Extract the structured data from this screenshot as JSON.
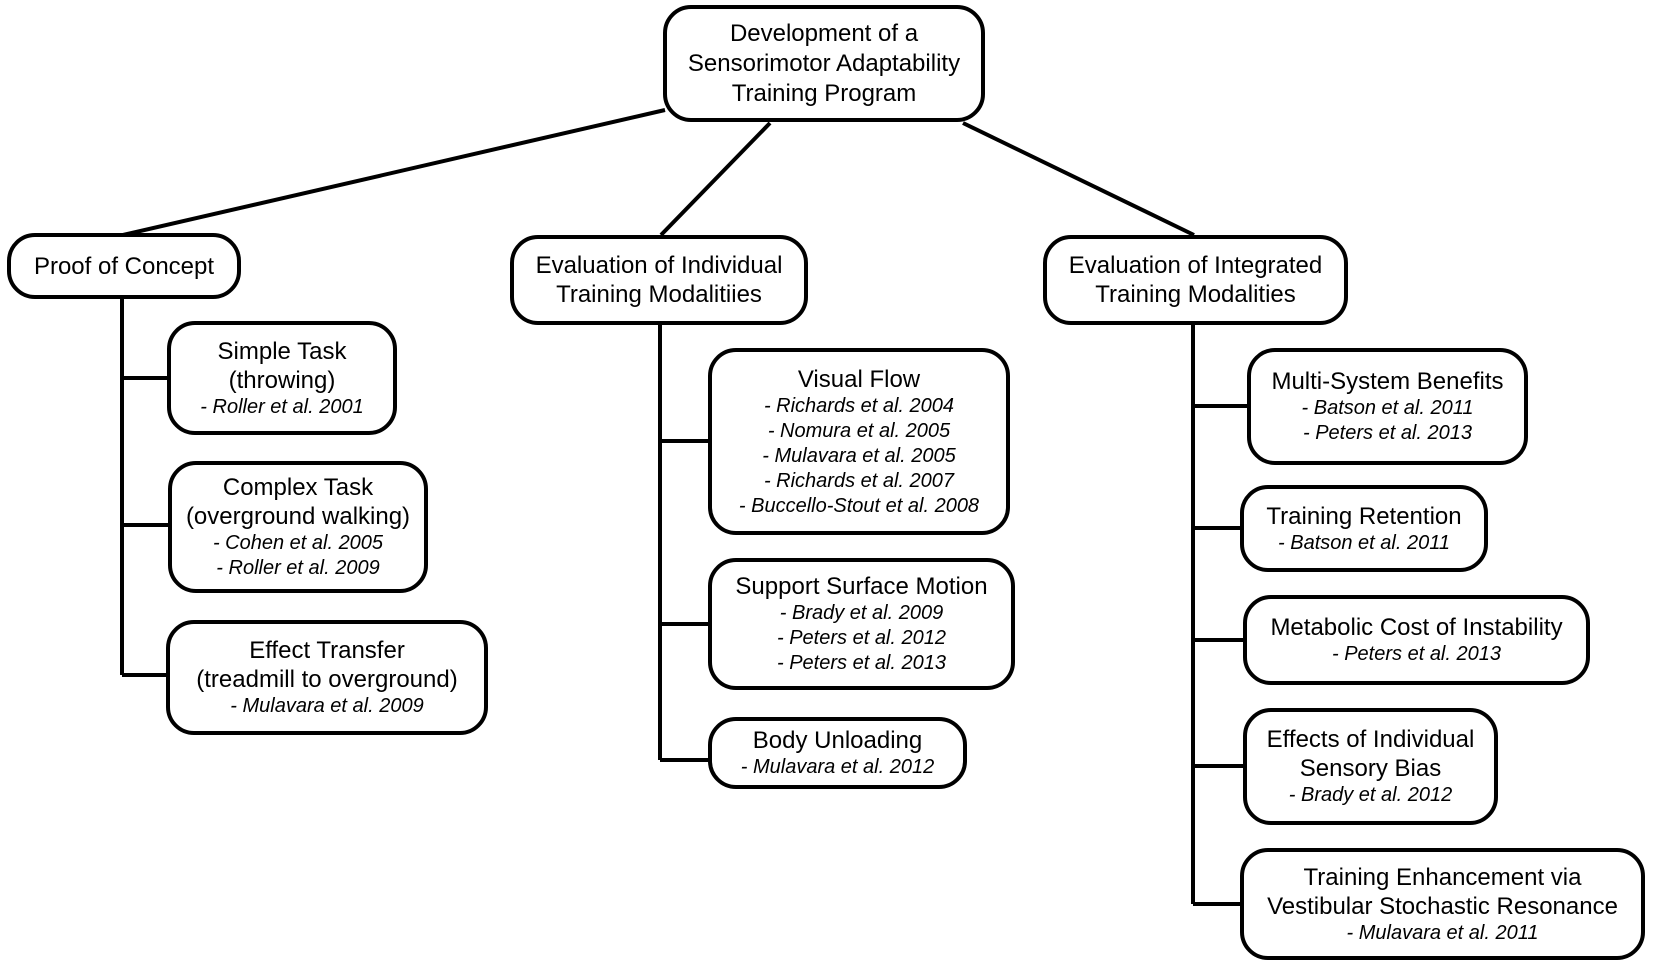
{
  "root": {
    "lines": [
      "Development of a",
      "Sensorimotor Adaptability",
      "Training Program"
    ]
  },
  "branches": [
    {
      "id": "proof-of-concept",
      "header": {
        "lines": [
          "Proof of Concept"
        ]
      },
      "children": [
        {
          "title": [
            "Simple Task",
            "(throwing)"
          ],
          "citations": [
            "- Roller et al. 2001"
          ]
        },
        {
          "title": [
            "Complex Task",
            "(overground walking)"
          ],
          "citations": [
            "- Cohen et al. 2005",
            "- Roller et al. 2009"
          ]
        },
        {
          "title": [
            "Effect Transfer",
            "(treadmill to overground)"
          ],
          "citations": [
            "- Mulavara et al. 2009"
          ]
        }
      ]
    },
    {
      "id": "individual-training-modalities",
      "header": {
        "lines": [
          "Evaluation of Individual",
          "Training Modalitiies"
        ]
      },
      "children": [
        {
          "title": [
            "Visual Flow"
          ],
          "citations": [
            "- Richards et al. 2004",
            "- Nomura et al. 2005",
            "- Mulavara et al. 2005",
            "- Richards et al. 2007",
            "- Buccello-Stout et al. 2008"
          ]
        },
        {
          "title": [
            "Support Surface Motion"
          ],
          "citations": [
            "- Brady et al. 2009",
            "- Peters et al. 2012",
            "- Peters et al. 2013"
          ]
        },
        {
          "title": [
            "Body Unloading"
          ],
          "citations": [
            "- Mulavara et al. 2012"
          ]
        }
      ]
    },
    {
      "id": "integrated-training-modalities",
      "header": {
        "lines": [
          "Evaluation of Integrated",
          "Training Modalities"
        ]
      },
      "children": [
        {
          "title": [
            "Multi-System Benefits"
          ],
          "citations": [
            "- Batson et al. 2011",
            "- Peters et al. 2013"
          ]
        },
        {
          "title": [
            "Training Retention"
          ],
          "citations": [
            "- Batson et al. 2011"
          ]
        },
        {
          "title": [
            "Metabolic Cost of Instability"
          ],
          "citations": [
            "- Peters et al. 2013"
          ]
        },
        {
          "title": [
            "Effects of Individual",
            "Sensory Bias"
          ],
          "citations": [
            "- Brady et al. 2012"
          ]
        },
        {
          "title": [
            "Training Enhancement via",
            "Vestibular Stochastic Resonance"
          ],
          "citations": [
            "- Mulavara et al. 2011"
          ]
        }
      ]
    }
  ],
  "colors": {
    "line": "#000000",
    "box_border": "#000000",
    "box_fill": "#ffffff",
    "text": "#000000",
    "background": "#ffffff"
  }
}
